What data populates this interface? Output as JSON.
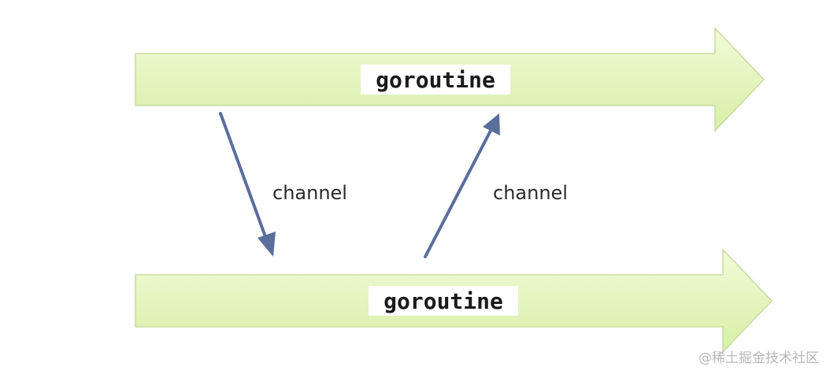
{
  "diagram": {
    "colors": {
      "arrow_fill_top": "#f2fbd8",
      "arrow_fill_bottom": "#d6efa6",
      "arrow_stroke": "#c8dca0",
      "channel_arrow": "#5a6e9c"
    },
    "lanes": [
      {
        "label": "goroutine"
      },
      {
        "label": "goroutine"
      }
    ],
    "channels": [
      {
        "label": "channel",
        "direction": "down"
      },
      {
        "label": "channel",
        "direction": "up"
      }
    ],
    "watermark": "@稀土掘金技术社区"
  }
}
